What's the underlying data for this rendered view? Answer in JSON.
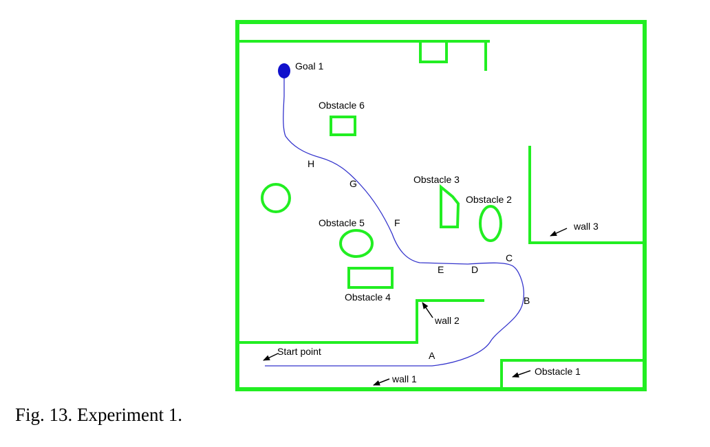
{
  "colors": {
    "wall": "#22ee22",
    "path": "#3333cc",
    "goal": "#1111cc",
    "text": "#000000",
    "background": "#ffffff"
  },
  "labels": {
    "goal": "Goal 1",
    "start": "Start point",
    "wall1": "wall 1",
    "wall2": "wall 2",
    "wall3": "wall 3",
    "obstacle1": "Obstacle 1",
    "obstacle2": "Obstacle 2",
    "obstacle3": "Obstacle 3",
    "obstacle4": "Obstacle 4",
    "obstacle5": "Obstacle 5",
    "obstacle6": "Obstacle 6"
  },
  "waypoints": [
    "A",
    "B",
    "C",
    "D",
    "E",
    "F",
    "G",
    "H"
  ],
  "caption": "Fig. 13. Experiment 1."
}
